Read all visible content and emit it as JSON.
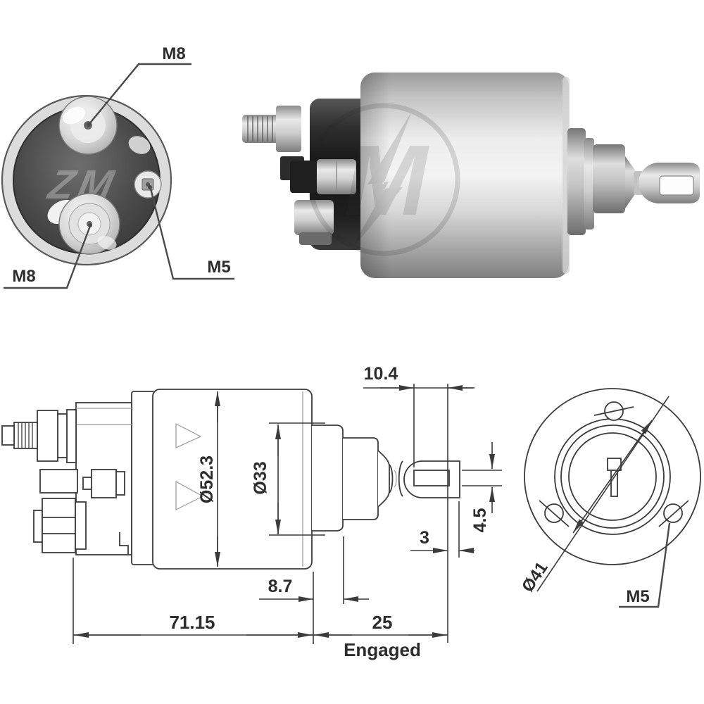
{
  "watermark": {
    "brand_letters": "ZM",
    "photo_letter": "M"
  },
  "front_view": {
    "labels": {
      "terminal_top": "M8",
      "terminal_bottom": "M8",
      "terminal_small": "M5"
    }
  },
  "side_view": {
    "dimensions": {
      "eye_slot_length": "10.4",
      "body_diameter": "Ø52.3",
      "pilot_diameter": "Ø33",
      "eye_slot_height": "4.5",
      "eye_tip_thickness": "3",
      "pilot_length": "8.7",
      "overall_length": "71.15",
      "plunger_travel": "25",
      "travel_note": "Engaged"
    }
  },
  "rear_view": {
    "labels": {
      "bolt_circle_diameter": "Ø41",
      "mounting_thread": "M5"
    }
  }
}
